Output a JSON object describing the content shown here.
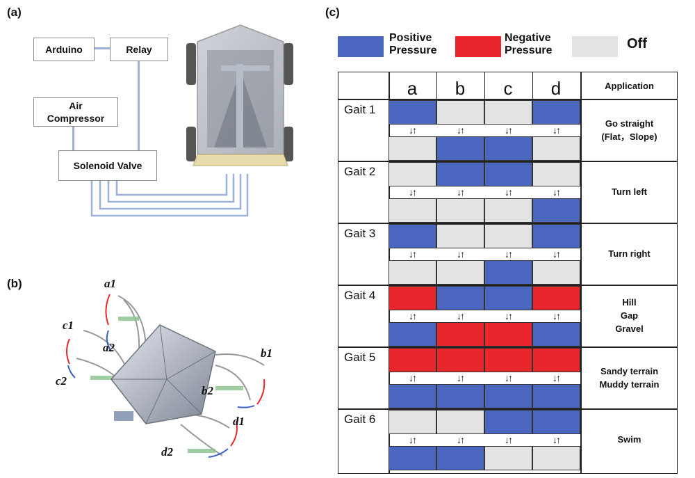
{
  "panels": {
    "a": "(a)",
    "b": "(b)",
    "c": "(c)"
  },
  "schematic": {
    "arduino": "Arduino",
    "relay": "Relay",
    "compressor": "Air Compressor",
    "valve": "Solenoid Valve"
  },
  "robot_labels": {
    "a1": "a1",
    "a2": "a2",
    "b1": "b1",
    "b2": "b2",
    "c1": "c1",
    "c2": "c2",
    "d1": "d1",
    "d2": "d2"
  },
  "legend": {
    "positive": "Positive Pressure",
    "negative": "Negative Pressure",
    "off": "Off"
  },
  "colors": {
    "positive": "#4a66bf",
    "negative": "#e8262b",
    "off": "#e3e3e3"
  },
  "table": {
    "columns": [
      "a",
      "b",
      "c",
      "d"
    ],
    "application_header": "Application",
    "arrows": "↓↑",
    "gaits": [
      {
        "name": "Gait 1",
        "top": [
          "positive",
          "off",
          "off",
          "positive"
        ],
        "bottom": [
          "off",
          "positive",
          "positive",
          "off"
        ],
        "application": [
          "Go straight",
          "(Flat，Slope)"
        ]
      },
      {
        "name": "Gait 2",
        "top": [
          "off",
          "positive",
          "positive",
          "off"
        ],
        "bottom": [
          "off",
          "off",
          "off",
          "positive"
        ],
        "application": [
          "Turn left"
        ]
      },
      {
        "name": "Gait 3",
        "top": [
          "positive",
          "off",
          "off",
          "positive"
        ],
        "bottom": [
          "off",
          "off",
          "positive",
          "off"
        ],
        "application": [
          "Turn right"
        ]
      },
      {
        "name": "Gait 4",
        "top": [
          "negative",
          "positive",
          "positive",
          "negative"
        ],
        "bottom": [
          "positive",
          "negative",
          "negative",
          "positive"
        ],
        "application": [
          "Hill",
          "Gap",
          "Gravel"
        ]
      },
      {
        "name": "Gait 5",
        "top": [
          "negative",
          "negative",
          "negative",
          "negative"
        ],
        "bottom": [
          "positive",
          "positive",
          "positive",
          "positive"
        ],
        "application": [
          "Sandy terrain",
          "Muddy terrain"
        ]
      },
      {
        "name": "Gait 6",
        "top": [
          "off",
          "off",
          "positive",
          "positive"
        ],
        "bottom": [
          "positive",
          "positive",
          "off",
          "off"
        ],
        "application": [
          "Swim"
        ]
      }
    ]
  }
}
